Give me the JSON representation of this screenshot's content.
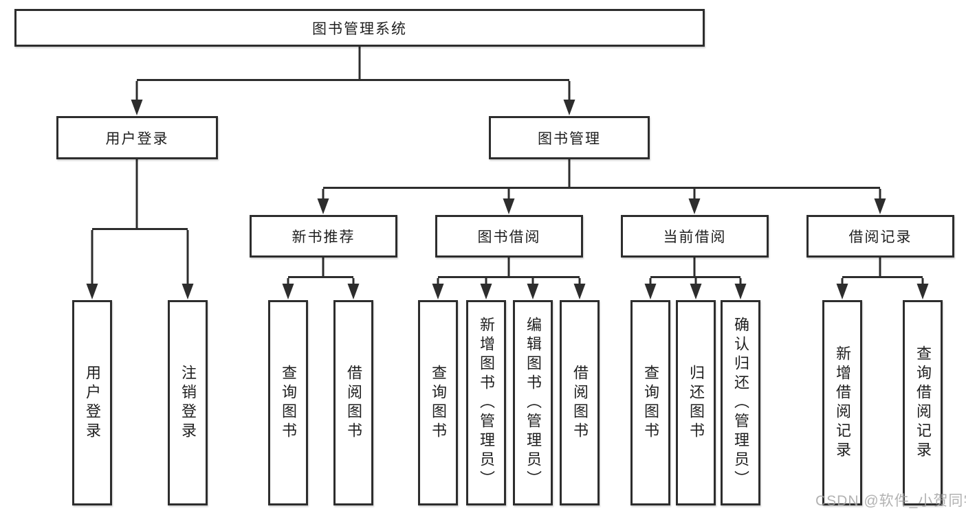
{
  "colors": {
    "background": "#ffffff",
    "line": "#2d2d2d",
    "text": "#1f1f1f",
    "watermark": "#a5a5a5"
  },
  "diagram": {
    "type": "hierarchy-tree",
    "root": {
      "label": "图书管理系统"
    },
    "level2": [
      {
        "label": "用户登录",
        "parent": "图书管理系统"
      },
      {
        "label": "图书管理",
        "parent": "图书管理系统"
      }
    ],
    "level3": [
      {
        "label": "新书推荐",
        "parent": "图书管理"
      },
      {
        "label": "图书借阅",
        "parent": "图书管理"
      },
      {
        "label": "当前借阅",
        "parent": "图书管理"
      },
      {
        "label": "借阅记录",
        "parent": "图书管理"
      }
    ],
    "leaves": [
      {
        "label": "用户登录",
        "parent": "用户登录"
      },
      {
        "label": "注销登录",
        "parent": "用户登录"
      },
      {
        "label": "查询图书",
        "parent": "新书推荐"
      },
      {
        "label": "借阅图书",
        "parent": "新书推荐"
      },
      {
        "label": "查询图书",
        "parent": "图书借阅"
      },
      {
        "label": "新增图书（管理员）",
        "parent": "图书借阅"
      },
      {
        "label": "编辑图书（管理员）",
        "parent": "图书借阅"
      },
      {
        "label": "借阅图书",
        "parent": "图书借阅"
      },
      {
        "label": "查询图书",
        "parent": "当前借阅"
      },
      {
        "label": "归还图书",
        "parent": "当前借阅"
      },
      {
        "label": "确认归还（管理员）",
        "parent": "当前借阅"
      },
      {
        "label": "新增借阅记录",
        "parent": "借阅记录"
      },
      {
        "label": "查询借阅记录",
        "parent": "借阅记录"
      }
    ]
  },
  "watermark": {
    "text": "CSDN @软件_小贺同学"
  }
}
